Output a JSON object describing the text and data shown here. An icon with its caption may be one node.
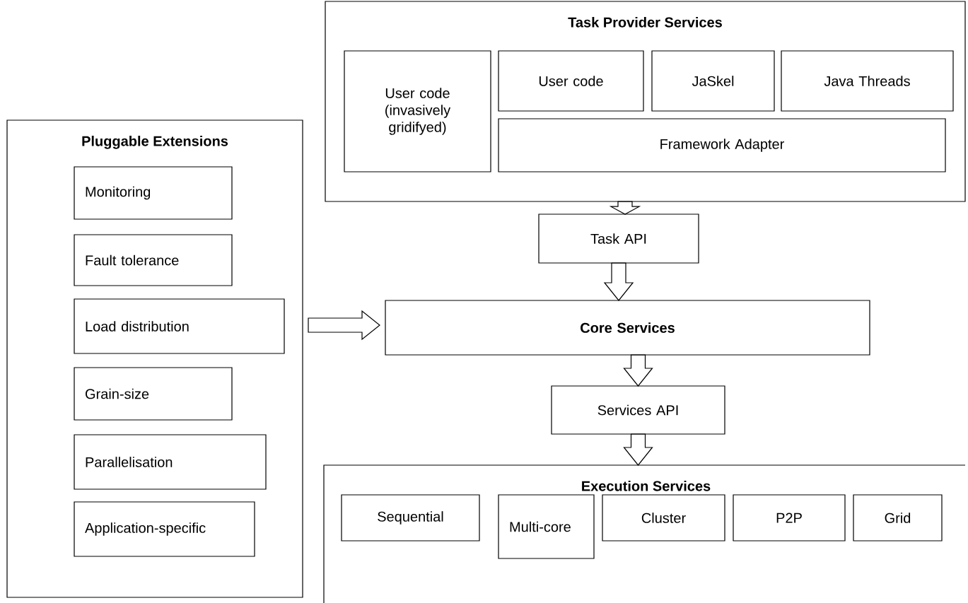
{
  "diagram": {
    "nodes": [
      {
        "text": [
          "Pluggable Extensions"
        ]
      },
      {
        "text": [
          "Monitoring"
        ],
        "in": 0
      },
      {
        "text": [
          "Fault tolerance"
        ],
        "in": 0
      },
      {
        "text": [
          "Load distribution"
        ],
        "in": 0
      },
      {
        "text": [
          "Grain-size"
        ],
        "in": 0
      },
      {
        "text": [
          "Parallelisation"
        ],
        "in": 0
      },
      {
        "text": [
          "Application-specific"
        ],
        "in": 0
      },
      {
        "text": [
          "Task Provider Services"
        ]
      },
      {
        "text": [
          "User code (invasively gridifyed)"
        ],
        "in": 7
      },
      {
        "text": [
          "User code"
        ],
        "in": 7
      },
      {
        "text": [
          "JaSkel"
        ],
        "in": 7
      },
      {
        "text": [
          "Java Threads"
        ],
        "in": 7
      },
      {
        "text": [
          "Framework Adapter"
        ],
        "in": 7
      },
      {
        "text": [
          "Task API"
        ]
      },
      {
        "text": [
          "Core Services"
        ]
      },
      {
        "text": [
          "Services API"
        ]
      },
      {
        "text": [
          "Execution Services"
        ]
      },
      {
        "text": [
          "Sequential"
        ],
        "in": 16
      },
      {
        "text": [
          "Multi-core"
        ],
        "in": 16
      },
      {
        "text": [
          "Cluster"
        ],
        "in": 16
      },
      {
        "text": [
          "P2P"
        ],
        "in": 16
      },
      {
        "text": [
          "Grid"
        ],
        "in": 16
      }
    ],
    "edges": [
      {
        "from": 7,
        "to": 13,
        "arrow": "to"
      },
      {
        "from": 13,
        "to": 14,
        "arrow": "to"
      },
      {
        "from": 14,
        "to": 15,
        "arrow": "to"
      },
      {
        "from": 15,
        "to": 16,
        "arrow": "to"
      },
      {
        "from": 0,
        "to": 14,
        "arrow": "to"
      }
    ]
  }
}
